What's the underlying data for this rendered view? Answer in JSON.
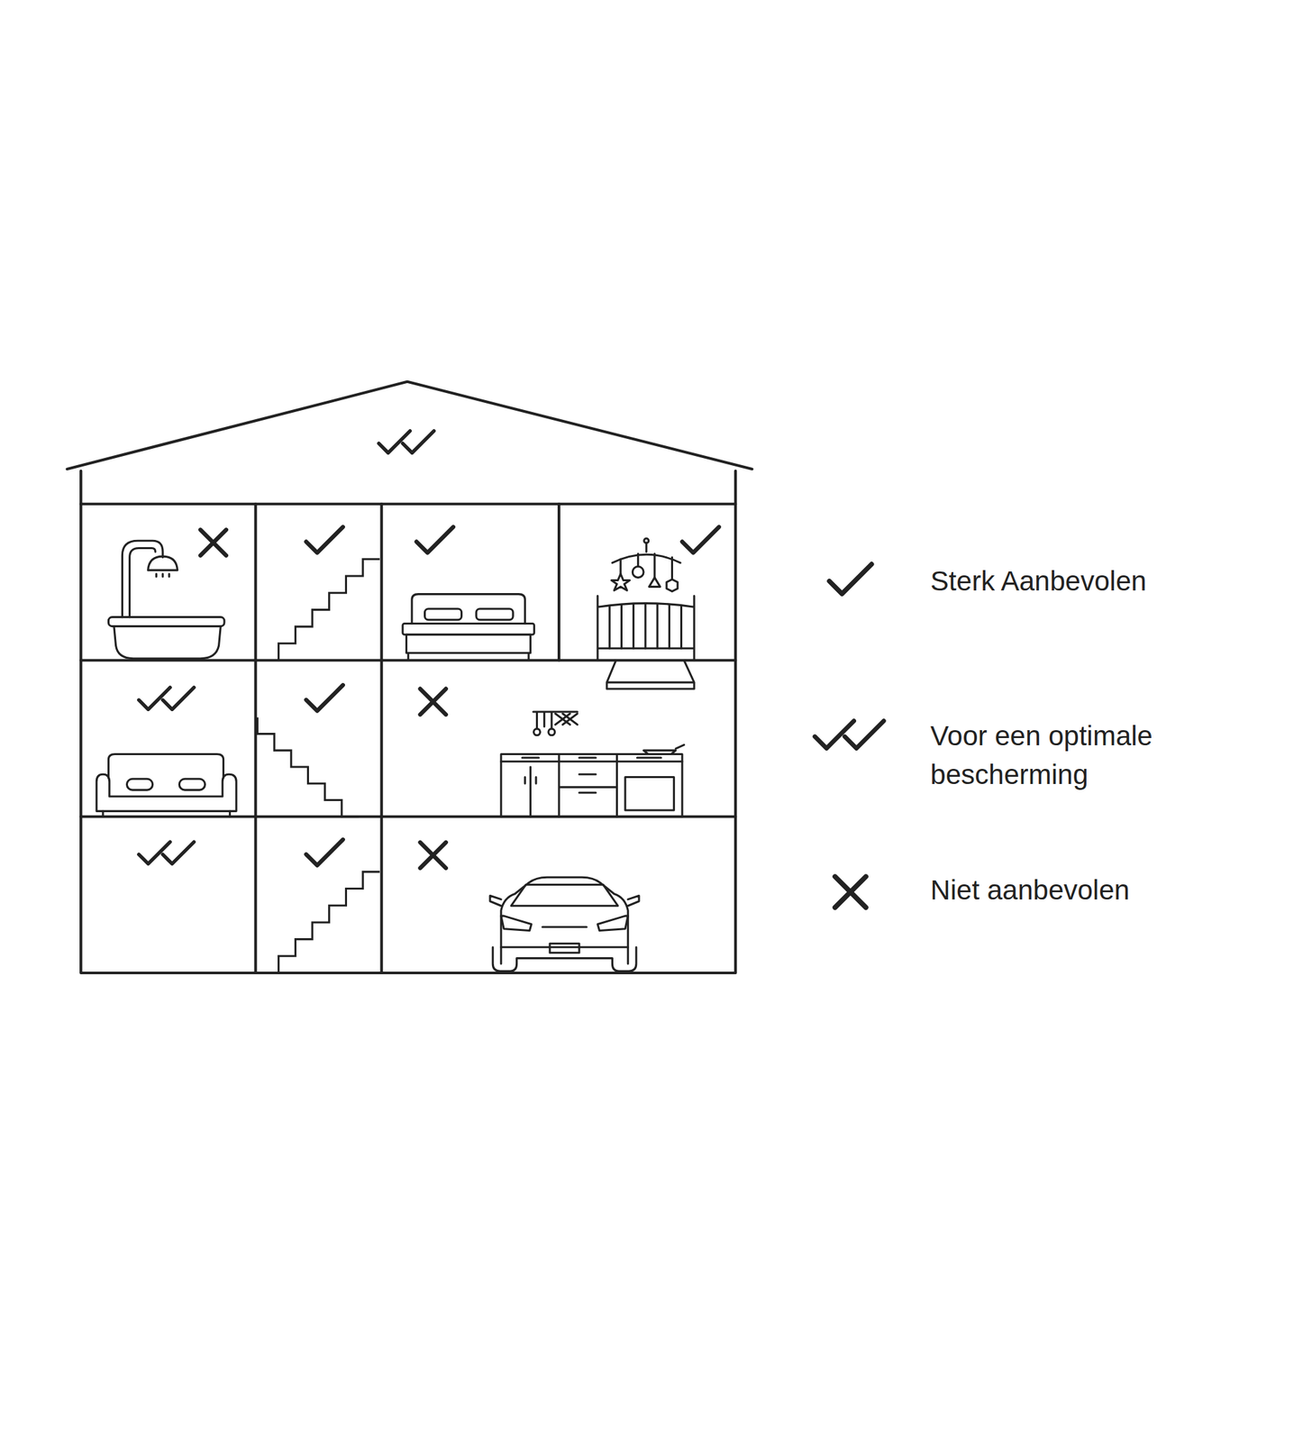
{
  "diagram": {
    "legend": [
      {
        "text": "Sterk Aanbevolen"
      },
      {
        "text": "Voor een optimale bescherming"
      },
      {
        "text": "Niet aanbevolen"
      }
    ]
  }
}
